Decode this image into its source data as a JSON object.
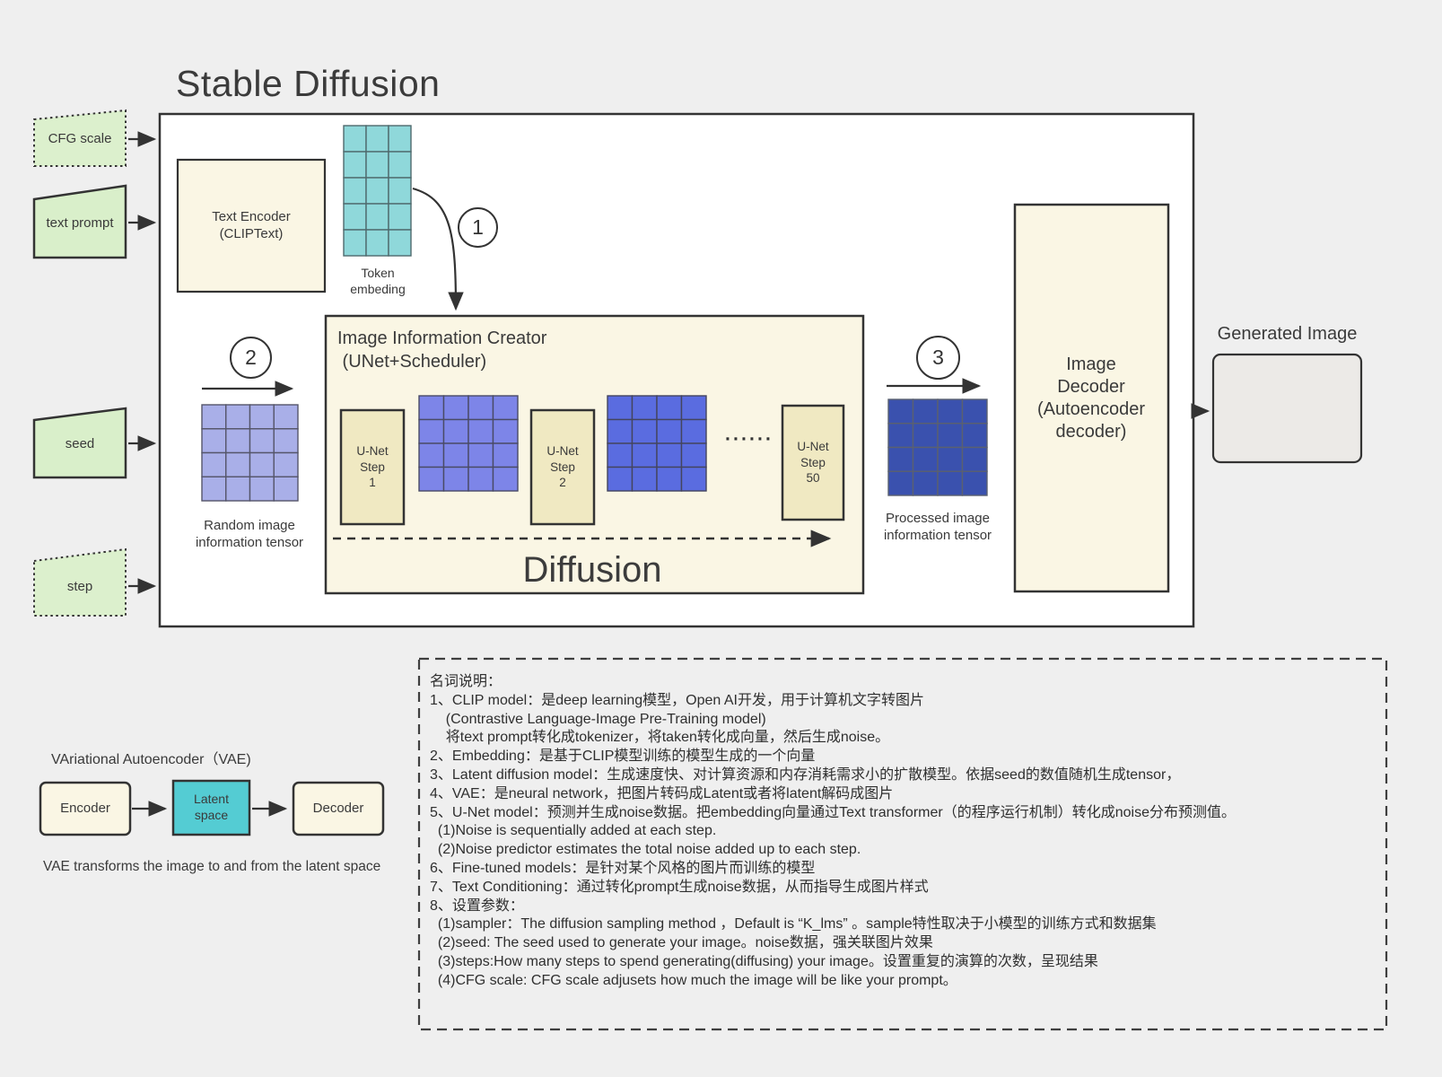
{
  "title": "Stable Diffusion",
  "colors": {
    "background": "#efefef",
    "panel_white": "#ffffff",
    "cream": "#faf6e4",
    "unet_cream": "#f0e9c2",
    "input_green": "#d9efca",
    "latent_teal": "#54ccd3",
    "generated_gray": "#eceae7",
    "line": "#333333"
  },
  "inputs": [
    {
      "label": "CFG scale",
      "border": "dotted"
    },
    {
      "label": "text prompt",
      "border": "solid"
    },
    {
      "label": "seed",
      "border": "solid"
    },
    {
      "label": "step",
      "border": "dotted"
    }
  ],
  "badges": [
    "1",
    "2",
    "3"
  ],
  "pipeline": {
    "text_encoder_label": "Text Encoder\n(CLIPText)",
    "token_embedding_label": "Token\nembeding",
    "iic_title": "Image Information Creator\n (UNet+Scheduler)",
    "unet_steps": [
      "U-Net\nStep\n1",
      "U-Net\nStep\n2",
      "U-Net\nStep\n50"
    ],
    "dots": "······",
    "diffusion_label": "Diffusion",
    "random_tensor_label": "Random image\ninformation tensor",
    "processed_tensor_label": "Processed image\ninformation tensor",
    "image_decoder_label": "Image\nDecoder\n(Autoencoder\ndecoder)",
    "generated_image_label": "Generated Image"
  },
  "tensors": {
    "token_embedding": {
      "rows": 5,
      "cols": 3,
      "fill": "#8fd8da",
      "stroke": "#4f6a6d"
    },
    "random": {
      "rows": 4,
      "cols": 4,
      "fill": "#a9afe8",
      "stroke": "#55566a"
    },
    "diffusion_a": {
      "rows": 4,
      "cols": 4,
      "fill": "#7d85e8",
      "stroke": "#4a4b66"
    },
    "diffusion_b": {
      "rows": 4,
      "cols": 4,
      "fill": "#5a6ce0",
      "stroke": "#44455e"
    },
    "processed": {
      "rows": 4,
      "cols": 4,
      "fill": "#3a51ae",
      "stroke": "#5a6070"
    }
  },
  "vae": {
    "title": "VAriational Autoencoder（VAE)",
    "encoder_label": "Encoder",
    "latent_label": "Latent\nspace",
    "decoder_label": "Decoder",
    "caption": "VAE transforms the image to and from the latent space"
  },
  "glossary": {
    "lines": [
      "名词说明：",
      "1、CLIP model：是deep learning模型，Open AI开发，用于计算机文字转图片",
      "    (Contrastive Language-Image Pre-Training model)",
      "    将text prompt转化成tokenizer，将taken转化成向量，然后生成noise。",
      "2、Embedding：是基于CLIP模型训练的模型生成的一个向量",
      "3、Latent diffusion model：生成速度快、对计算资源和内存消耗需求小的扩散模型。依据seed的数值随机生成tensor，",
      "4、VAE：是neural network，把图片转码成Latent或者将latent解码成图片",
      "5、U-Net model：预测并生成noise数据。把embedding向量通过Text transformer（的程序运行机制）转化成noise分布预测值。",
      "  (1)Noise is sequentially added at each step.",
      "  (2)Noise predictor estimates the total noise added up to each step.",
      "6、Fine-tuned models：是针对某个风格的图片而训练的模型",
      "7、Text Conditioning：通过转化prompt生成noise数据，从而指导生成图片样式",
      "8、设置参数：",
      "  (1)sampler：The diffusion sampling method ，Default is “K_lms” 。sample特性取决于小模型的训练方式和数据集",
      "  (2)seed: The seed used to generate your image。noise数据，强关联图片效果",
      "  (3)steps:How many steps to spend generating(diffusing) your image。设置重复的演算的次数，呈现结果",
      "  (4)CFG scale: CFG scale adjusets how much the image will be like your prompt。"
    ]
  }
}
